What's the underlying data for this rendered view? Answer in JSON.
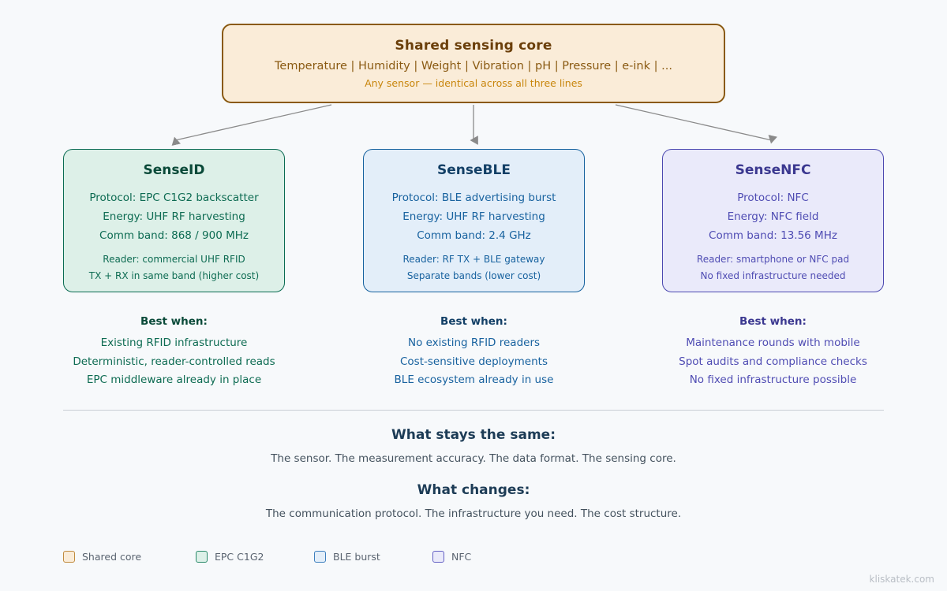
{
  "core": {
    "title": "Shared sensing core",
    "sensors": "Temperature | Humidity | Weight | Vibration | pH | Pressure | e-ink | ...",
    "note": "Any sensor — identical across all three lines",
    "fill": "#faecd8",
    "border": "#8a5a12"
  },
  "cards": [
    {
      "title": "SenseID",
      "protocol": "Protocol: EPC C1G2 backscatter",
      "energy": "Energy: UHF RF harvesting",
      "band": "Comm band: 868 / 900 MHz",
      "reader": "Reader: commercial UHF RFID",
      "cost": "TX + RX in same band (higher cost)",
      "fill": "#ddf0e8",
      "border": "#0a6b52"
    },
    {
      "title": "SenseBLE",
      "protocol": "Protocol: BLE advertising burst",
      "energy": "Energy: UHF RF harvesting",
      "band": "Comm band: 2.4 GHz",
      "reader": "Reader: RF TX + BLE gateway",
      "cost": "Separate bands (lower cost)",
      "fill": "#e3eef9",
      "border": "#15619e"
    },
    {
      "title": "SenseNFC",
      "protocol": "Protocol: NFC",
      "energy": "Energy: NFC field",
      "band": "Comm band: 13.56 MHz",
      "reader": "Reader: smartphone or NFC pad",
      "cost": "No fixed infrastructure needed",
      "fill": "#eaeafa",
      "border": "#4b48b0"
    }
  ],
  "best_when": [
    {
      "heading": "Best when:",
      "items": [
        "Existing RFID infrastructure",
        "Deterministic, reader-controlled reads",
        "EPC middleware already in place"
      ]
    },
    {
      "heading": "Best when:",
      "items": [
        "No existing RFID readers",
        "Cost-sensitive deployments",
        "BLE ecosystem already in use"
      ]
    },
    {
      "heading": "Best when:",
      "items": [
        "Maintenance rounds with mobile",
        "Spot audits and compliance checks",
        "No fixed infrastructure possible"
      ]
    }
  ],
  "summary": {
    "same_heading": "What stays the same:",
    "same_body": "The sensor. The measurement accuracy. The data format. The sensing core.",
    "changes_heading": "What changes:",
    "changes_body": "The communication protocol. The infrastructure you need. The cost structure."
  },
  "legend": [
    {
      "label": "Shared core",
      "fill": "#faecd8",
      "border": "#c08a3e"
    },
    {
      "label": "EPC C1G2",
      "fill": "#ddf0e8",
      "border": "#2a8a6a"
    },
    {
      "label": "BLE burst",
      "fill": "#e3eef9",
      "border": "#3d7fbe"
    },
    {
      "label": "NFC",
      "fill": "#eaeafa",
      "border": "#6461c4"
    }
  ],
  "watermark": "kliskatek.com"
}
